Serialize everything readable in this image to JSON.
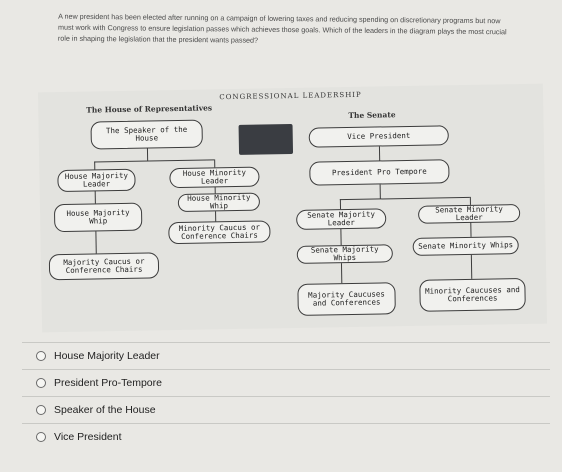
{
  "topbar": {
    "text": ""
  },
  "question": {
    "text": "A new president has been elected after running on a campaign of lowering taxes and reducing spending on discretionary programs but now must work with Congress to ensure legislation passes which achieves those goals. Which of the leaders in the diagram plays the most crucial role in shaping the legislation that the president wants passed?"
  },
  "diagram": {
    "title": "CONGRESSIONAL LEADERSHIP",
    "house_header": "The House of Representatives",
    "senate_header": "The Senate",
    "nodes": {
      "speaker": "The Speaker of the House",
      "house_majority_leader": "House Majority Leader",
      "house_minority_leader": "House Minority Leader",
      "house_minority_whip": "House Minority Whip",
      "house_majority_whip": "House Majority Whip",
      "minority_caucus_house": "Minority Caucus or Conference Chairs",
      "majority_caucus_house": "Majority Caucus or Conference Chairs",
      "vice_president": "Vice President",
      "president_pro_tempore": "President Pro Tempore",
      "senate_majority_leader": "Senate Majority Leader",
      "senate_minority_leader": "Senate Minority Leader",
      "senate_majority_whips": "Senate Majority Whips",
      "senate_minority_whips": "Senate Minority Whips",
      "majority_caucuses": "Majority Caucuses and Conferences",
      "minority_caucuses": "Minority Caucuses and Conferences"
    }
  },
  "options": [
    {
      "label": "House Majority Leader"
    },
    {
      "label": "President Pro-Tempore"
    },
    {
      "label": "Speaker of the House"
    },
    {
      "label": "Vice President"
    }
  ]
}
